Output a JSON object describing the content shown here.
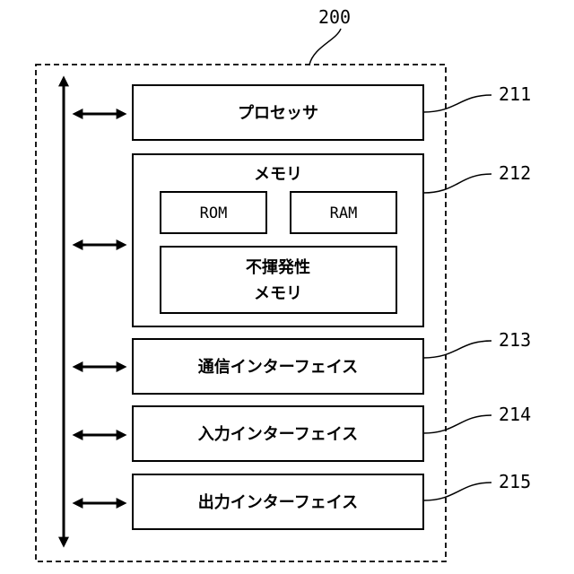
{
  "device": {
    "ref": "200"
  },
  "processor": {
    "label": "プロセッサ",
    "ref": "211"
  },
  "memory": {
    "label": "メモリ",
    "ref": "212",
    "rom_label": "ROM",
    "ram_label": "RAM",
    "nvm_line1": "不揮発性",
    "nvm_line2": "メモリ"
  },
  "comm_interface": {
    "label": "通信インターフェイス",
    "ref": "213"
  },
  "input_interface": {
    "label": "入力インターフェイス",
    "ref": "214"
  },
  "output_interface": {
    "label": "出力インターフェイス",
    "ref": "215"
  }
}
